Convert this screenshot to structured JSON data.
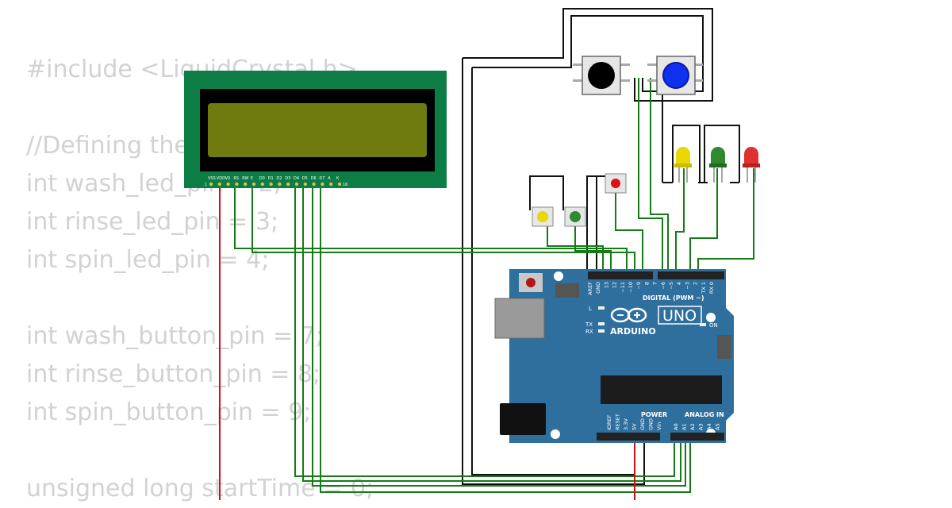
{
  "code_lines": [
    "#include <LiquidCrystal.h>",
    "",
    "//Defining the",
    "int wash_led_pin = 2;",
    "int rinse_led_pin = 3;",
    "int spin_led_pin = 4;",
    "",
    "int wash_button_pin = 7;",
    "int rinse_button_pin = 8;",
    "int spin_button_pin = 9;",
    "",
    "unsigned long startTime = 0;"
  ],
  "lcd": {
    "pin_labels": [
      "VSS",
      "VDD",
      "V0",
      "RS",
      "RW",
      "E",
      "D0",
      "D1",
      "D2",
      "D3",
      "D4",
      "D5",
      "D6",
      "D7",
      "A",
      "K"
    ],
    "pin_first": "1",
    "pin_last": "16"
  },
  "arduino": {
    "brand": "ARDUINO",
    "model": "UNO",
    "digital_label": "DIGITAL (PWM ~)",
    "power_label": "POWER",
    "analog_label": "ANALOG IN",
    "on_label": "ON",
    "led_l": "L",
    "led_tx": "TX",
    "led_rx": "RX",
    "digital_pins": [
      "AREF",
      "GND",
      "13",
      "12",
      "~11",
      "~10",
      "~9",
      "8",
      "7",
      "~6",
      "~5",
      "4",
      "~3",
      "2",
      "TX 1",
      "RX 0"
    ],
    "power_pins": [
      "IOREF",
      "RESET",
      "3.3V",
      "5V",
      "GND",
      "GND",
      "Vin"
    ],
    "analog_pins": [
      "A0",
      "A1",
      "A2",
      "A3",
      "A4",
      "A5"
    ]
  },
  "colors": {
    "board": "#2f6f9e",
    "lcd_pcb": "#0c7d44",
    "lcd_screen": "#6f7a0f",
    "wire_green": "#167a16",
    "wire_red": "#d01010",
    "wire_black": "#111111",
    "code_text": "#d2d2d2",
    "led_yellow": "#e8d800",
    "led_green": "#2f8a2f",
    "led_red": "#e03030",
    "button_black": "#000000",
    "button_blue": "#1030f0",
    "button_cap_red": "#e01010"
  }
}
